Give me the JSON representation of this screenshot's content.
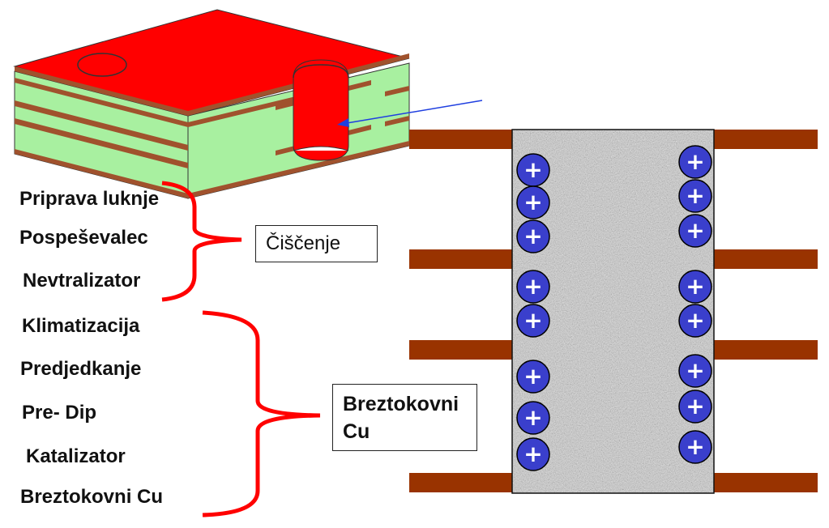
{
  "steps": [
    "Priprava luknje",
    "Pospeševalec",
    "Nevtralizator",
    "Klimatizacija",
    "Predjedkanje",
    "Pre- Dip",
    "Katalizator",
    "Breztokovni Cu"
  ],
  "groups": {
    "cleaning": "Čiščenje",
    "electroless_cu_line1": "Breztokovni",
    "electroless_cu_line2": "Cu"
  },
  "icons": {
    "board": "pcb-cross-section-icon",
    "hole_wall": "via-hole-wall-icon",
    "ion": "positive-ion-icon"
  },
  "colors": {
    "copper": "#ff0000",
    "laminate": "#a8f0a0",
    "inner_layer": "#a0522d",
    "trace": "#993300",
    "bracket": "#ff0000",
    "arrow": "#1f3fe0",
    "ion_fill": "#3a3fcc",
    "hole_fill": "#c9c9c9"
  },
  "ion_sign": "+"
}
